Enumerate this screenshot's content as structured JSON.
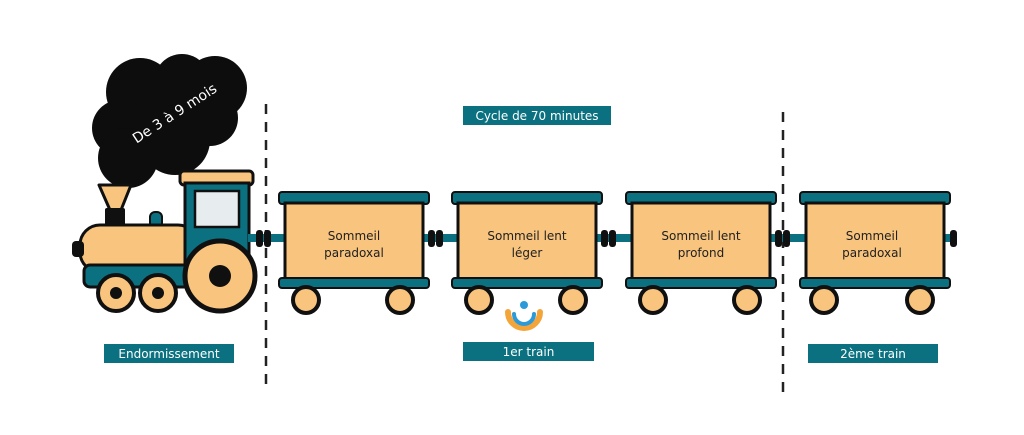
{
  "smoke_text": "De 3 à 9 mois",
  "cycle_label": "Cycle de 70 minutes",
  "labels": {
    "endormissement": "Endormissement",
    "first_train": "1er train",
    "second_train": "2ème train"
  },
  "wagons": [
    {
      "line1": "Sommeil",
      "line2": "paradoxal"
    },
    {
      "line1": "Sommeil lent",
      "line2": "léger"
    },
    {
      "line1": "Sommeil lent",
      "line2": "profond"
    },
    {
      "line1": "Sommeil",
      "line2": "paradoxal"
    }
  ],
  "colors": {
    "teal": "#0b7180",
    "wagon_body": "#f8c47e",
    "black": "#101010",
    "logo_orange": "#f3a53a",
    "logo_blue": "#2c9ad8"
  }
}
